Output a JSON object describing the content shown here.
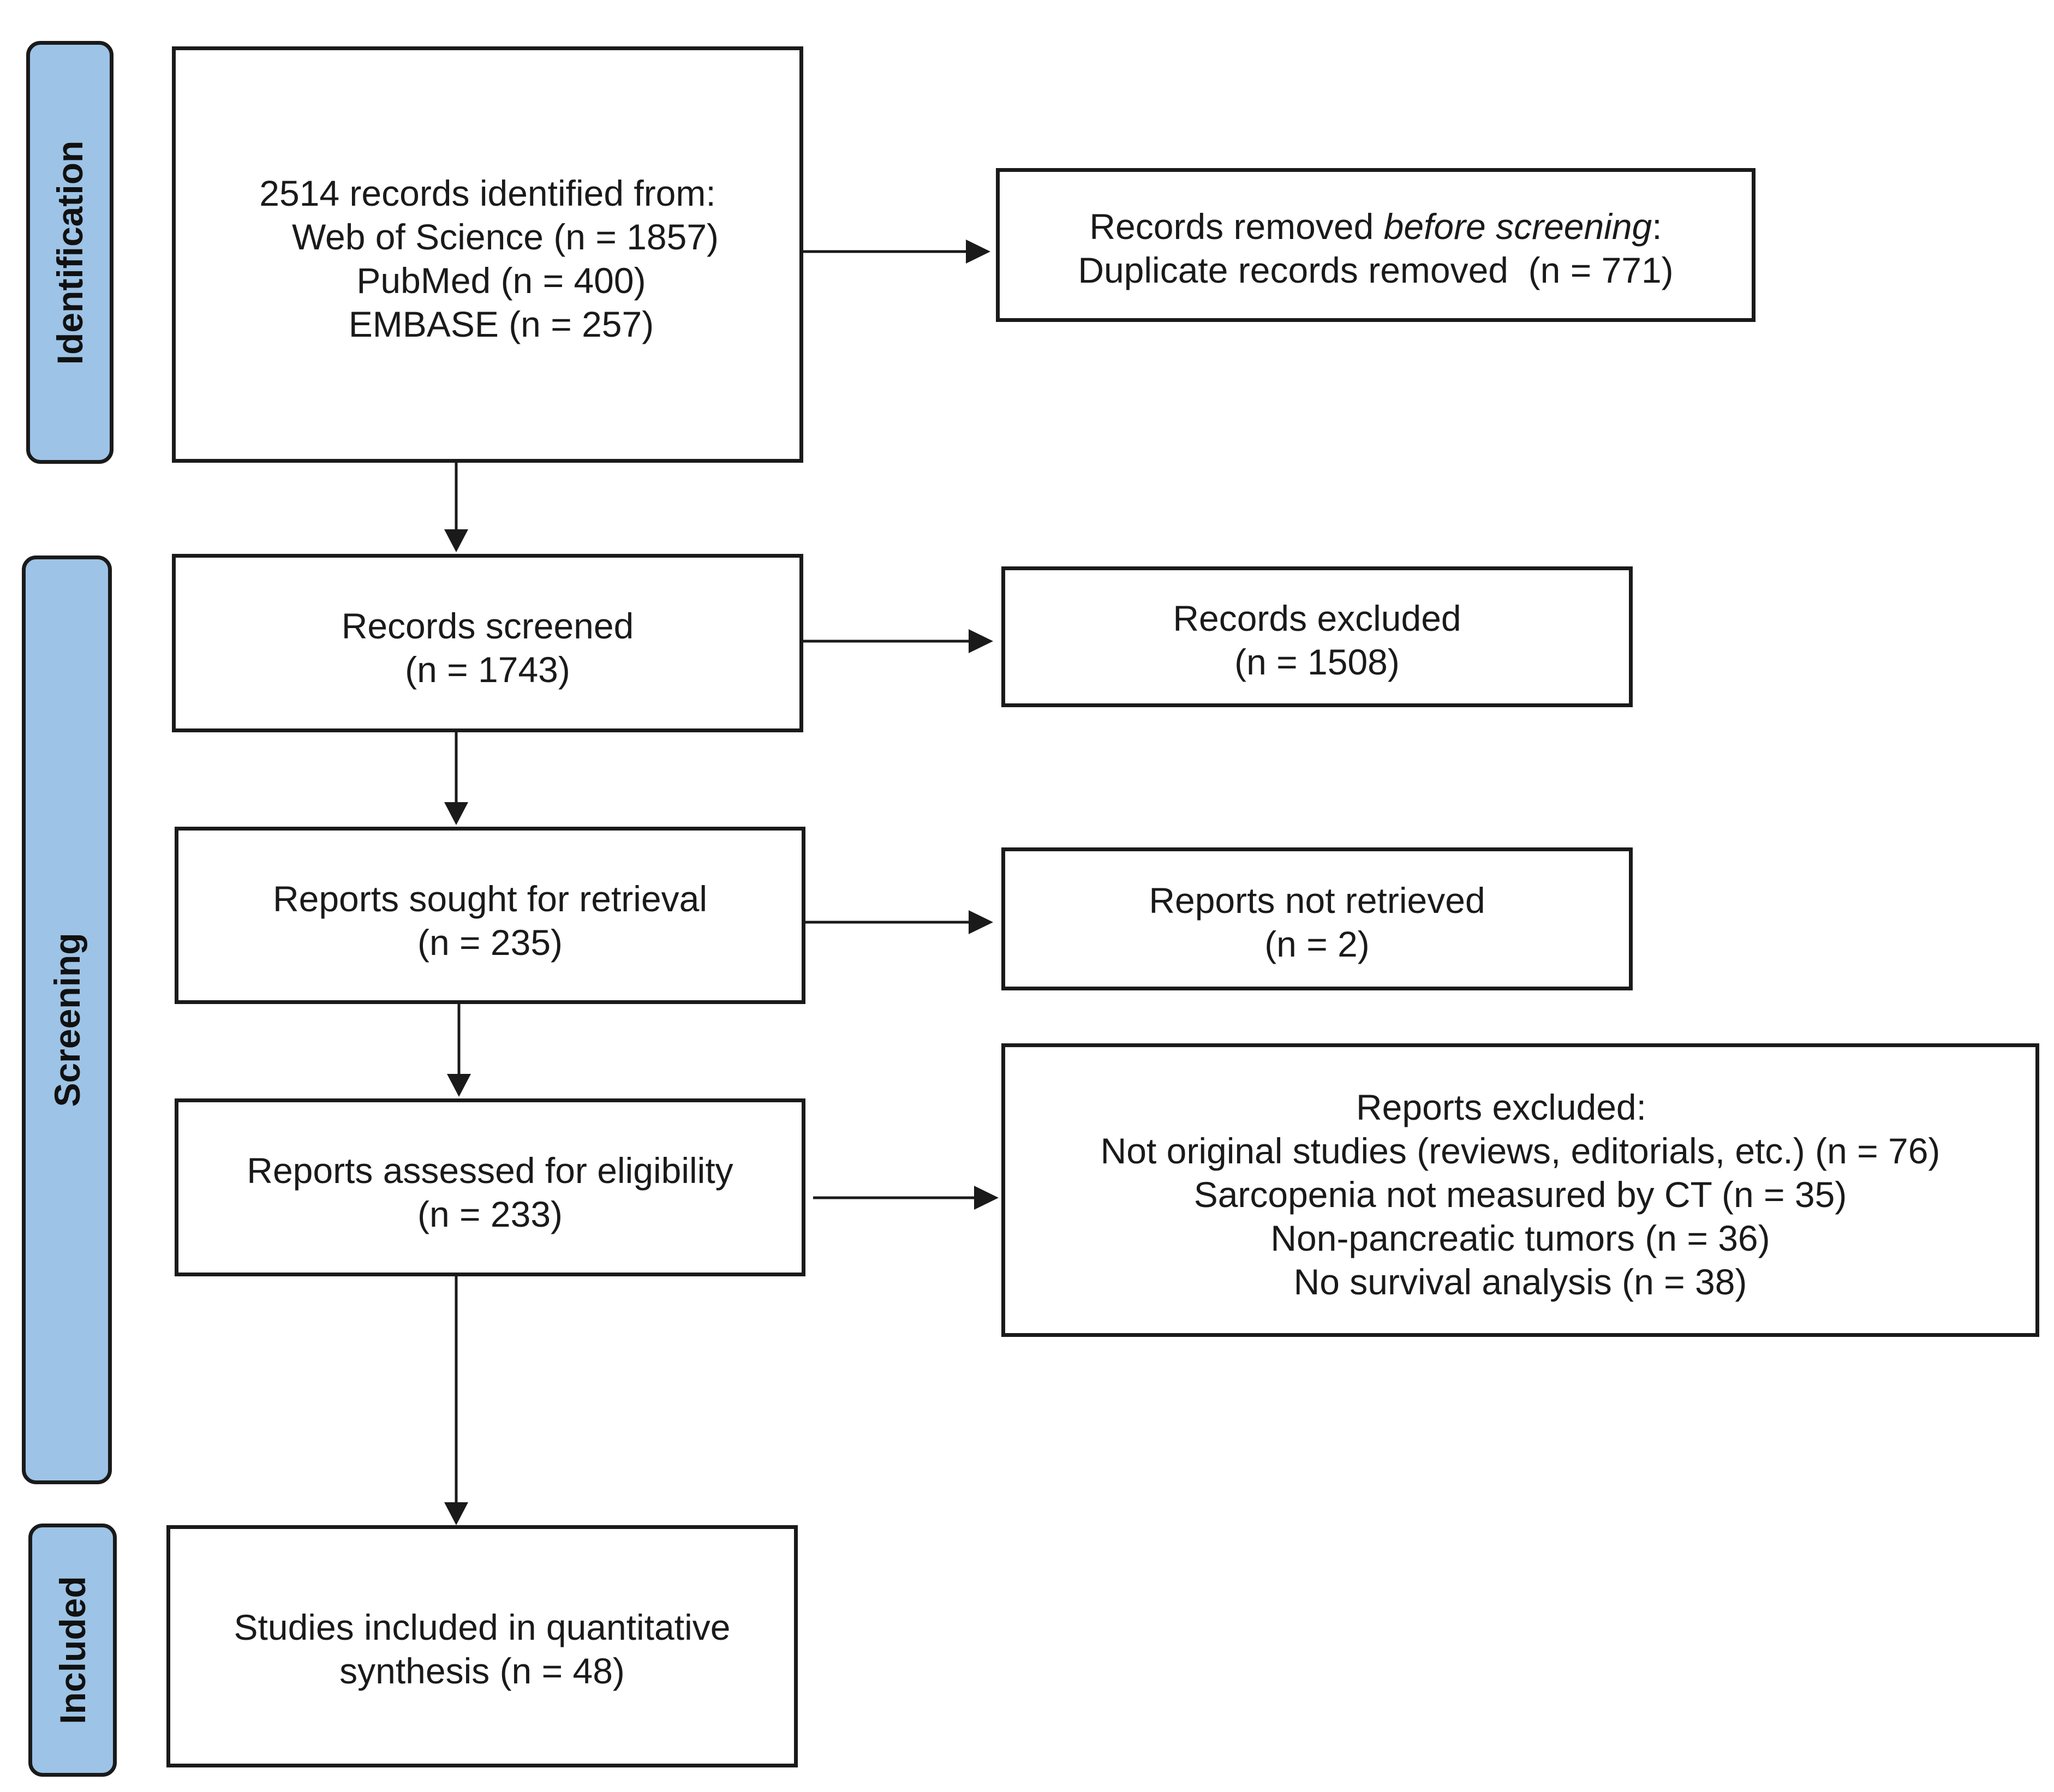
{
  "phases": {
    "identification": "Identification",
    "screening": "Screening",
    "included": "Included"
  },
  "identification": {
    "records_identified": {
      "heading": "2514 records identified from:",
      "sources": [
        "Web of Science (n = 1857)",
        "PubMed (n = 400)",
        "EMBASE (n = 257)"
      ]
    },
    "records_removed": {
      "heading_prefix": "Records removed ",
      "heading_emphasis": "before screening",
      "heading_suffix": ":",
      "detail": "Duplicate records removed  (n = 771)"
    }
  },
  "screening": {
    "records_screened": {
      "label": "Records screened",
      "count": "(n = 1743)"
    },
    "records_excluded": {
      "label": "Records excluded",
      "count": "(n = 1508)"
    },
    "reports_sought": {
      "label": "Reports sought for retrieval",
      "count": "(n = 235)"
    },
    "reports_not_retrieved": {
      "label": "Reports not retrieved",
      "count": "(n = 2)"
    },
    "reports_assessed": {
      "label": "Reports assessed for eligibility",
      "count": "(n = 233)"
    },
    "reports_excluded": {
      "heading": "Reports excluded:",
      "reasons": [
        "Not original studies (reviews, editorials, etc.) (n = 76)",
        "Sarcopenia not measured by CT (n = 35)",
        "Non-pancreatic tumors (n = 36)",
        "No survival analysis (n = 38)"
      ]
    }
  },
  "included": {
    "studies_included": {
      "line1": "Studies included in quantitative",
      "line2": "synthesis (n = 48)"
    }
  }
}
